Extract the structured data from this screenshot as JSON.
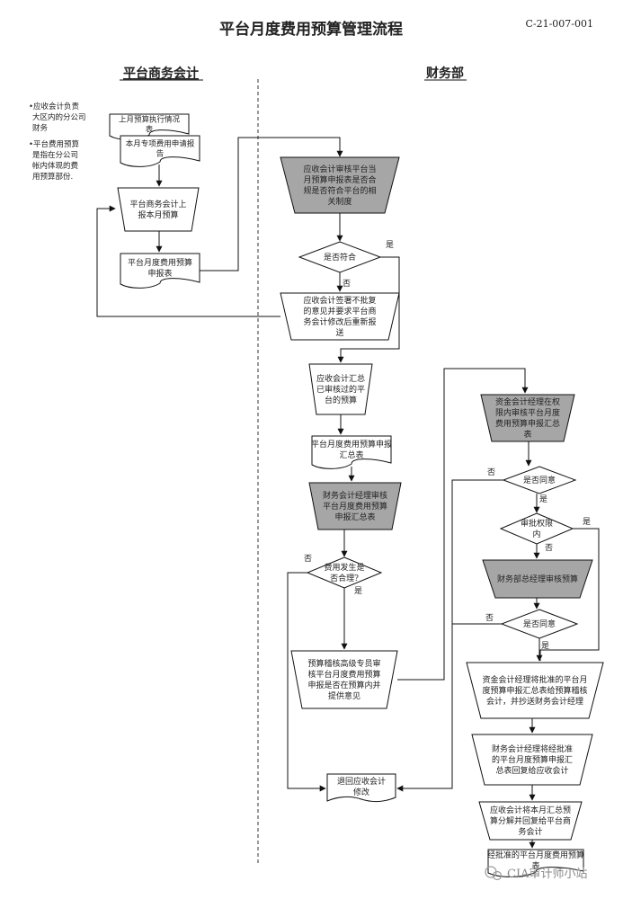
{
  "title": "平台月度费用预算管理流程",
  "code": "C-21-007-001",
  "lanes": {
    "left": "平台商务会计",
    "right": "财务部"
  },
  "notes": [
    "•应收会计负责大区内的分公司财务",
    "•平台费用预算是指在分公司帐内体现的费用预算部份."
  ],
  "nodes": {
    "doc_exec": "上月预算执行情况表",
    "doc_special": "本月专项费用申请报告",
    "step_submit": "平台商务会计上报本月预算",
    "doc_apply": "平台月度费用预算申报表",
    "step_review": "应收会计审核平台当月预算申报表是否合规是否符合平台的相关制度",
    "dec_comply": "是否符合",
    "step_reject": "应收会计签署不批复的意见并要求平台商务会计修改后重新报送",
    "step_summary": "应收会计汇总已审核过的平台的预算",
    "doc_summary": "平台月度费用预算申报汇总表",
    "step_mgr_review": "财务会计经理审核平台月度费用预算申报汇总表",
    "dec_reasonable": "费用发生是否合理?",
    "step_senior": "预算稽核高级专员审核平台月度费用预算申报是否在预算内并提供意见",
    "step_return": "退回应收会计修改",
    "step_fund_review": "资金会计经理在权限内审核平台月度费用预算申报汇总表",
    "dec_agree1": "是否同意",
    "dec_auth": "审批权限内",
    "step_gm": "财务部总经理审核预算",
    "dec_agree2": "是否同意",
    "step_fund_approve": "资金会计经理将批准的平台月度预算申报汇总表给预算稽核会计，并抄送财务会计经理",
    "step_fin_approve": "财务会计经理将经批准的平台月度预算申报汇总表回复给应收会计",
    "step_decompose": "应收会计将本月汇总预算分解并回复给平台商务会计",
    "doc_final": "经批准的平台月度费用预算表"
  },
  "labels": {
    "yes": "是",
    "no": "否"
  },
  "watermark": "CIA审计师小站",
  "colors": {
    "shaded": "#a6a6a6",
    "line": "#111111"
  }
}
